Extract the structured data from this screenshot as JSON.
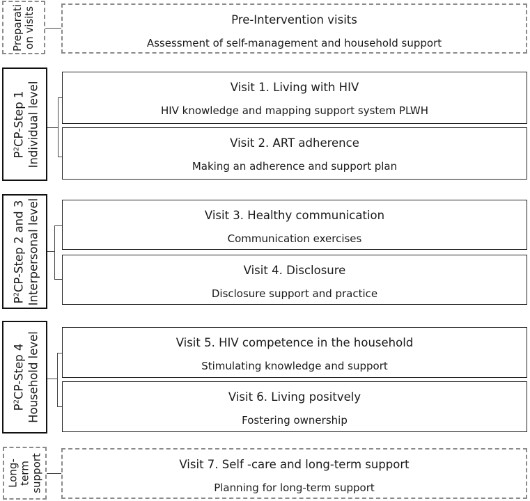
{
  "groups": [
    {
      "label_lines": [
        "Preparati",
        "on visits"
      ],
      "visits": [
        {
          "title": "Pre-Intervention visits",
          "subtitle": "Assessment of self-management and household support"
        }
      ]
    },
    {
      "label_top": {
        "pre": "P",
        "sup": "2",
        "post": "CP-Step 1"
      },
      "label_bottom": "Individual level",
      "visits": [
        {
          "title": "Visit 1. Living with HIV",
          "subtitle": "HIV knowledge and mapping support system PLWH"
        },
        {
          "title": "Visit 2. ART adherence",
          "subtitle": "Making an adherence and support plan"
        }
      ]
    },
    {
      "label_top": {
        "pre": "P",
        "sup": "2",
        "post": "CP-Step 2 and 3"
      },
      "label_bottom": "Interpersonal level",
      "visits": [
        {
          "title": "Visit 3. Healthy communication",
          "subtitle": "Communication exercises"
        },
        {
          "title": "Visit 4. Disclosure",
          "subtitle": "Disclosure support and practice"
        }
      ]
    },
    {
      "label_top": {
        "pre": "P",
        "sup": "2",
        "post": "CP-Step 4"
      },
      "label_bottom": "Household level",
      "visits": [
        {
          "title": "Visit 5. HIV competence in the household",
          "subtitle": "Stimulating knowledge and support"
        },
        {
          "title": "Visit 6. Living positvely",
          "subtitle": "Fostering ownership"
        }
      ]
    },
    {
      "label_lines": [
        "Long-",
        "term",
        "support"
      ],
      "visits": [
        {
          "title": "Visit 7. Self -care and long-term support",
          "subtitle": "Planning for long-term support"
        }
      ]
    }
  ]
}
